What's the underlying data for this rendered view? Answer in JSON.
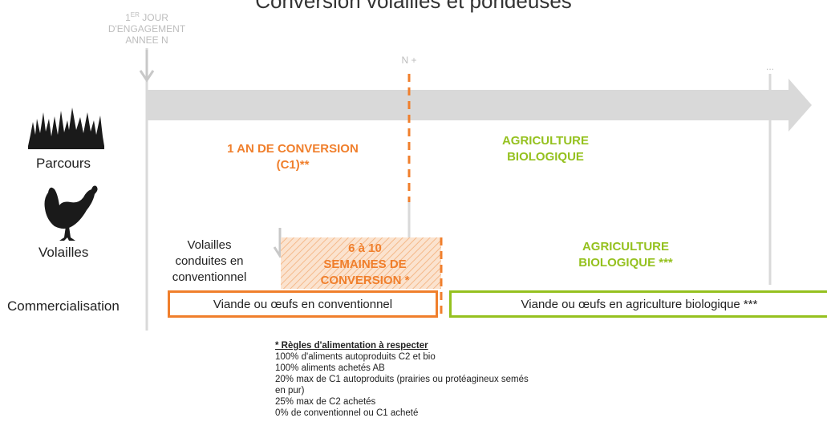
{
  "title": "Conversion volailles et pondeuses",
  "start_label": {
    "line1_sup": "ER",
    "line1": "1",
    "line1_rest": " JOUR",
    "line2": "D'ENGAGEMENT",
    "line3": "ANNEE N"
  },
  "n_plus_label": "N +",
  "ellipsis_label": "...",
  "rows": {
    "parcours": "Parcours",
    "volailles": "Volailles",
    "commercialisation": "Commercialisation"
  },
  "parcours": {
    "conversion_line1": "1 AN DE CONVERSION",
    "conversion_line2": "(C1)**",
    "bio_line1": "AGRICULTURE",
    "bio_line2": "BIOLOGIQUE"
  },
  "volailles": {
    "conv_line1": "Volailles",
    "conv_line2": "conduites en",
    "conv_line3": "conventionnel",
    "weeks_line1": "6 à 10",
    "weeks_line2": "SEMAINES DE",
    "weeks_line3": "CONVERSION *",
    "bio_line1": "AGRICULTURE",
    "bio_line2": "BIOLOGIQUE ***"
  },
  "commercialisation": {
    "conventional": "Viande ou œufs en conventionnel",
    "bio": "Viande ou œufs en agriculture biologique ***"
  },
  "rules": {
    "title": "* Règles d'alimentation à respecter",
    "lines": [
      "100% d'aliments autoproduits C2 et bio",
      "100% aliments achetés AB",
      "20% max de C1 autoproduits (prairies ou protéagineux semés",
      "en pur)",
      "25% max de C2 achetés",
      "0% de conventionnel ou C1 acheté"
    ]
  },
  "colors": {
    "orange": "#f07f2c",
    "green": "#95c11f",
    "grey": "#d9d9d9"
  },
  "icons": [
    "grass-icon",
    "hen-icon"
  ]
}
